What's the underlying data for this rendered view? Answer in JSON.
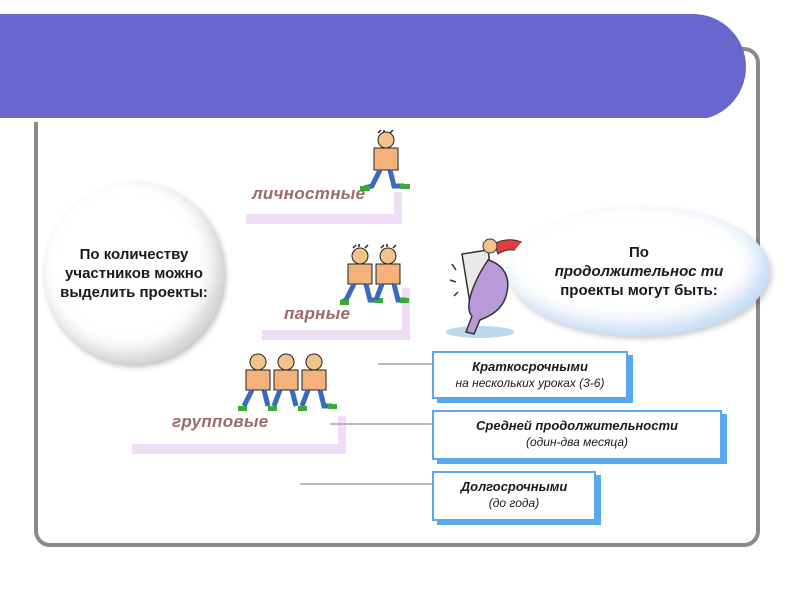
{
  "left_bubble": {
    "text": "По количеству участников можно выделить проекты:"
  },
  "right_bubble": {
    "line1": "По",
    "line2_italic": "продолжительнос ти",
    "line3": " проекты могут быть:"
  },
  "types": {
    "personal": "личностные",
    "pair": "парные",
    "group": "групповые"
  },
  "durations": [
    {
      "title": "Краткосрочными",
      "subtitle": "на нескольких уроках (3-6)"
    },
    {
      "title": "Средней продолжительности",
      "subtitle": "(один-два  месяца)"
    },
    {
      "title": "Долгосрочными",
      "subtitle": "(до года)"
    }
  ],
  "colors": {
    "header": "#6767cf",
    "accent": "#5aa9f0",
    "label": "#9b6a6a",
    "step": "#eeddf4"
  }
}
